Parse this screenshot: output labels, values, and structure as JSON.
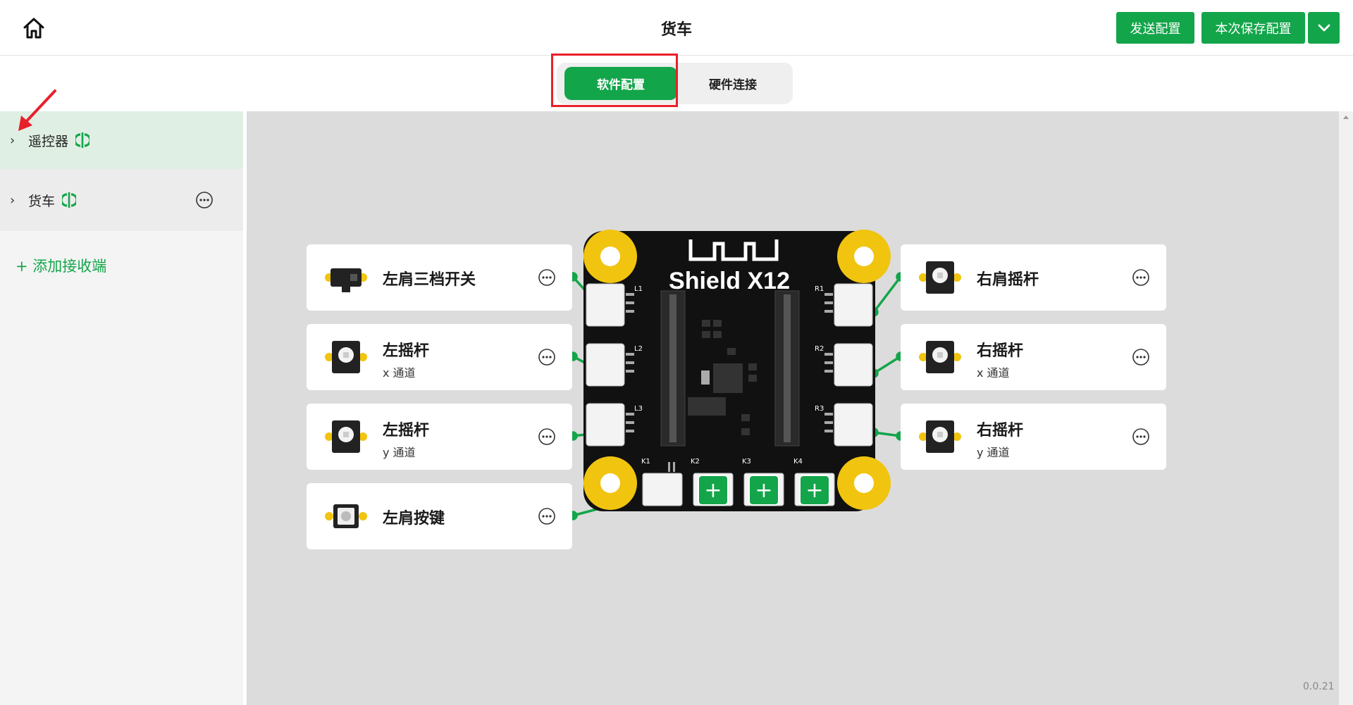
{
  "header": {
    "title": "货车",
    "send_label": "发送配置",
    "save_label": "本次保存配置"
  },
  "tabs": [
    {
      "label": "软件配置",
      "active": true
    },
    {
      "label": "硬件连接",
      "active": false
    }
  ],
  "sidebar": {
    "items": [
      {
        "label": "遥控器",
        "selected": true
      },
      {
        "label": "货车",
        "selected": false
      }
    ],
    "add_label": "+ 添加接收端"
  },
  "board": {
    "name": "Shield X12",
    "ports_left": [
      "L1",
      "L2",
      "L3"
    ],
    "ports_right": [
      "R1",
      "R2",
      "R3"
    ],
    "ports_bottom": [
      "K1",
      "K2",
      "K3",
      "K4"
    ],
    "add_symbol": "+"
  },
  "devices": {
    "left": [
      {
        "title": "左肩三档开关",
        "subtitle": ""
      },
      {
        "title": "左摇杆",
        "subtitle": "x 通道"
      },
      {
        "title": "左摇杆",
        "subtitle": "y 通道"
      },
      {
        "title": "左肩按键",
        "subtitle": ""
      }
    ],
    "right": [
      {
        "title": "右肩摇杆",
        "subtitle": ""
      },
      {
        "title": "右摇杆",
        "subtitle": "x 通道"
      },
      {
        "title": "右摇杆",
        "subtitle": "y 通道"
      }
    ]
  },
  "version": "0.0.21",
  "colors": {
    "accent": "#13a54a",
    "highlight_box": "#e8202a",
    "canvas_bg": "#dcdcdc",
    "board_bg": "#111111",
    "mount_hole": "#f1c40f"
  }
}
